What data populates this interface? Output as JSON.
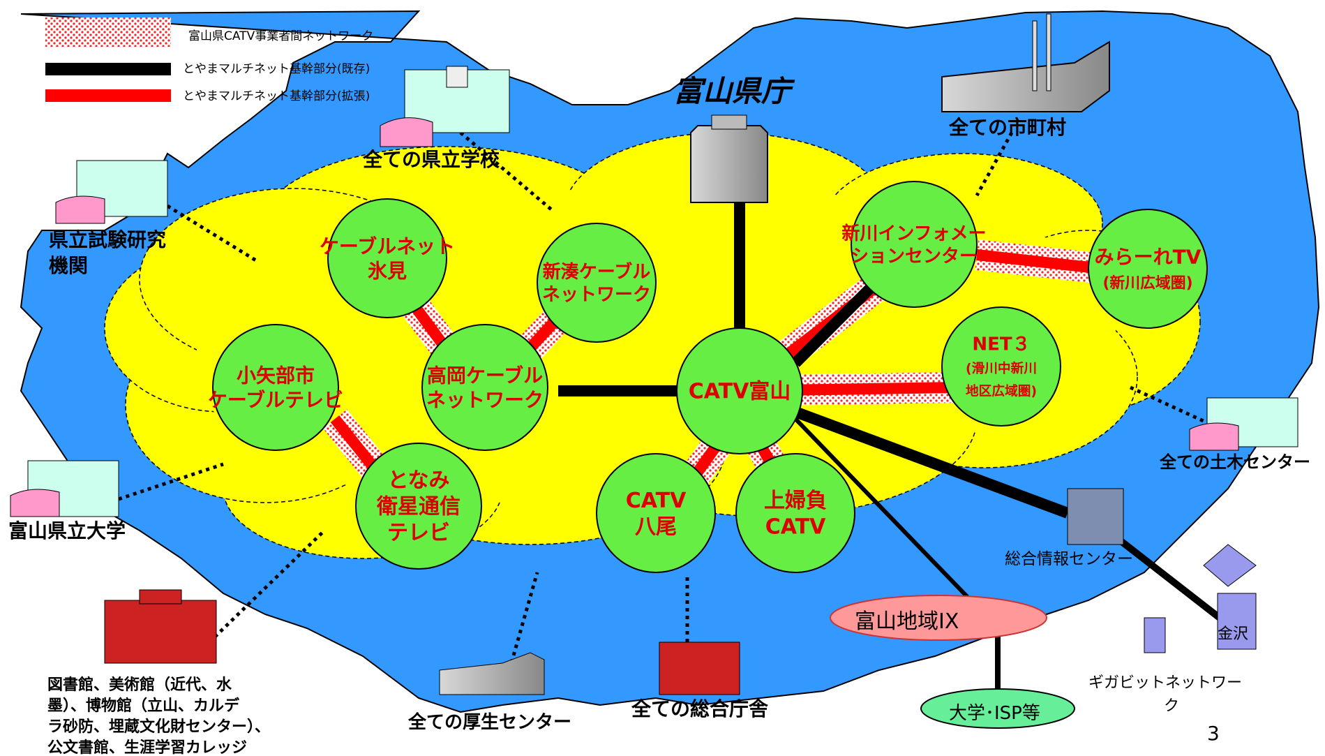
{
  "legend": {
    "items": [
      {
        "label": "富山県CATV事業者間ネットワーク"
      },
      {
        "label": "とやまマルチネット基幹部分(既存)"
      },
      {
        "label": "とやまマルチネット基幹部分(拡張)"
      }
    ]
  },
  "title": "富山県庁",
  "nodes": {
    "himi": [
      "ケーブルネット",
      "氷見"
    ],
    "shinminato": [
      "新湊ケーブル",
      "ネットワーク"
    ],
    "takaoka": [
      "高岡ケーブル",
      "ネットワーク"
    ],
    "oyabe": [
      "小矢部市",
      "ケーブルテレビ"
    ],
    "tonami": [
      "となみ",
      "衛星通信",
      "テレビ"
    ],
    "catv_toyama": [
      "CATV富山"
    ],
    "yatsuo": [
      "CATV",
      "八尾"
    ],
    "kaminei": [
      "上婦負",
      "CATV"
    ],
    "shinkawa": [
      "新川インフォメー",
      "ションセンター"
    ],
    "mirare": [
      "みらーれTV",
      "(新川広域圏)"
    ],
    "net3": [
      "NET３",
      "(滑川中新川",
      "地区広域圏)"
    ]
  },
  "facilities": {
    "schools": "全ての県立学校",
    "municipalities": "全ての市町村",
    "research": [
      "県立試験研究",
      "機関"
    ],
    "university": "富山県立大学",
    "civil": "全ての土木センター",
    "info_center": "総合情報センター",
    "ix": "富山地域IX",
    "isp": "大学･ISP等",
    "kanazawa": "金沢",
    "gigabit": [
      "ギガビットネットワー",
      "ク"
    ],
    "library": [
      "図書館、美術館（近代、水",
      "墨）、博物館（立山、カルデ",
      "ラ砂防、埋蔵文化財センター）、",
      "公文書館、生涯学習カレッジ"
    ],
    "welfare": "全ての厚生センター",
    "general": "全ての総合庁舎"
  },
  "page_number": "3",
  "colors": {
    "sea": "#3399ff",
    "land": "#ffff00",
    "node_fill": "#66ee44",
    "node_text": "#dd0000",
    "expansion": "#ff0000",
    "existing": "#000000"
  }
}
